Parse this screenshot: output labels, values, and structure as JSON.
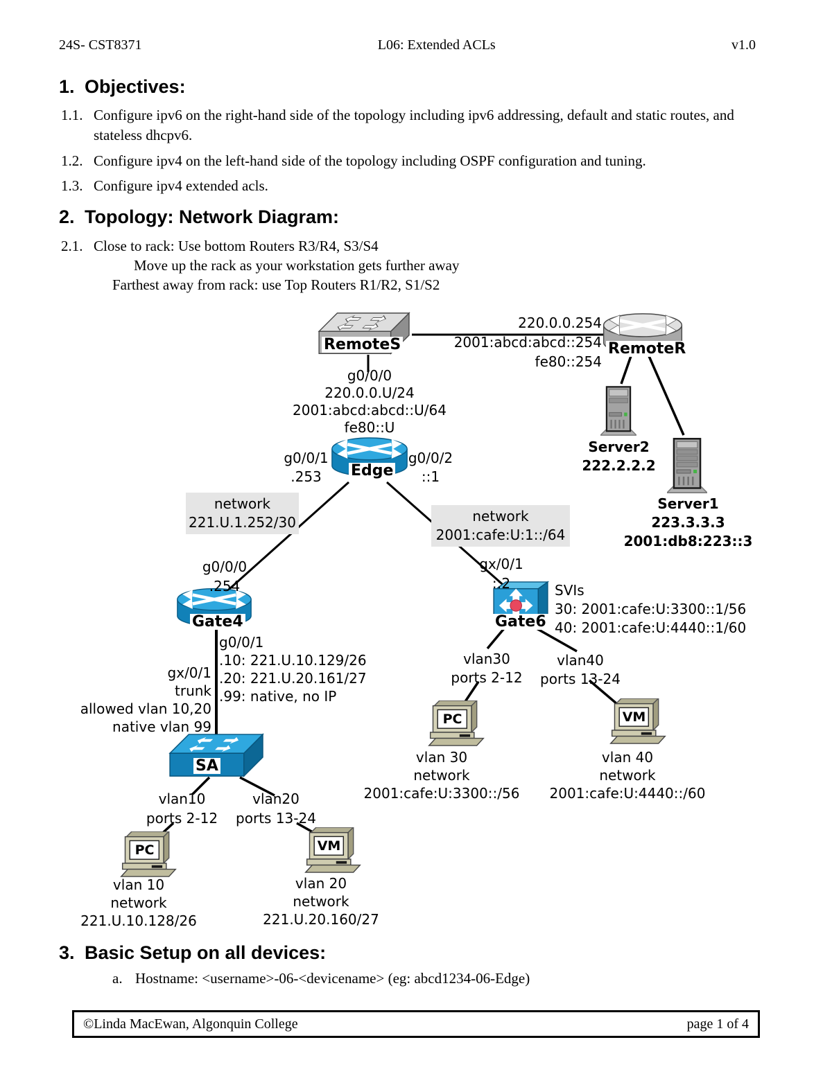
{
  "header": {
    "course": "24S- CST8371",
    "title": "L06: Extended ACLs",
    "version": "v1.0"
  },
  "objectives": {
    "heading_num": "1.",
    "heading": "Objectives:",
    "items": [
      {
        "num": "1.1.",
        "text": "Configure ipv6 on the right-hand side of the topology including ipv6 addressing, default and static routes, and stateless dhcpv6."
      },
      {
        "num": "1.2.",
        "text": "Configure ipv4 on the left-hand side of the topology including OSPF configuration and tuning."
      },
      {
        "num": "1.3.",
        "text": "Configure ipv4 extended acls."
      }
    ]
  },
  "topology": {
    "heading_num": "2.",
    "heading": "Topology: Network Diagram:",
    "item_num": "2.1.",
    "lines": [
      "Close to rack: Use bottom Routers R3/R4, S3/S4",
      "Move up the rack as your workstation gets further away",
      "Farthest away from rack: use Top Routers R1/R2, S1/S2"
    ]
  },
  "basic_setup": {
    "heading_num": "3.",
    "heading": "Basic Setup on all devices:",
    "item_letter": "a.",
    "item_text": "Hostname: <username>-06-<devicename> (eg: abcd1234-06-Edge)"
  },
  "footer": {
    "left": "©Linda MacEwan, Algonquin College",
    "right": "page 1 of 4"
  },
  "diagram": {
    "devices": {
      "remoteS": {
        "label": "RemoteS"
      },
      "remoteR": {
        "label": "RemoteR"
      },
      "edge": {
        "label": "Edge"
      },
      "gate4": {
        "label": "Gate4"
      },
      "gate6": {
        "label": "Gate6"
      },
      "sa": {
        "label": "SA"
      },
      "server2": {
        "name": "Server2",
        "ipv4": "222.2.2.2"
      },
      "server1": {
        "name": "Server1",
        "ipv4": "223.3.3.3",
        "ipv6": "2001:db8:223::3"
      },
      "pc_vlan10": {
        "label": "PC"
      },
      "vm_vlan20": {
        "label": "VM"
      },
      "pc_vlan30": {
        "label": "PC"
      },
      "vm_vlan40": {
        "label": "VM"
      }
    },
    "labels": {
      "wan_link": [
        "220.0.0.254",
        "2001:abcd:abcd::254",
        "fe80::254"
      ],
      "remoteS_downlink": [
        "g0/0/0",
        "220.0.0.U/24",
        "2001:abcd:abcd::U/64",
        "fe80::U"
      ],
      "edge_g001": [
        "g0/0/1",
        ".253"
      ],
      "edge_g002": [
        "g0/0/2",
        "::1"
      ],
      "network_ipv4": [
        "network",
        "221.U.1.252/30"
      ],
      "network_ipv6": [
        "network",
        "2001:cafe:U:1::/64"
      ],
      "gate4_uplink": [
        "g0/0/0",
        ".254"
      ],
      "gate6_uplink": [
        "gx/0/1",
        "::2"
      ],
      "gate4_subinterfaces": [
        "g0/0/1",
        ".10: 221.U.10.129/26",
        ".20: 221.U.20.161/27",
        ".99: native, no IP"
      ],
      "gate4_trunk": [
        "gx/0/1",
        "trunk",
        "allowed vlan 10,20",
        "native vlan 99"
      ],
      "gate6_svis": [
        "SVIs",
        "30: 2001:cafe:U:3300::1/56",
        "40: 2001:cafe:U:4440::1/60"
      ],
      "sa_vlan10": [
        "vlan10",
        "ports 2-12"
      ],
      "sa_vlan20": [
        "vlan20",
        "ports 13-24"
      ],
      "gate6_vlan30": [
        "vlan30",
        "ports 2-12"
      ],
      "gate6_vlan40": [
        "vlan40",
        "ports 13-24"
      ],
      "pc10_caption": [
        "vlan 10",
        "network",
        "221.U.10.128/26"
      ],
      "vm20_caption": [
        "vlan 20",
        "network",
        "221.U.20.160/27"
      ],
      "pc30_caption": [
        "vlan 30",
        "network",
        "2001:cafe:U:3300::/56"
      ],
      "vm40_caption": [
        "vlan 40",
        "network",
        "2001:cafe:U:4440::/60"
      ]
    },
    "colors": {
      "cisco_blue": "#2fa8df",
      "cisco_blue_dark": "#137fb6",
      "device_gray": "#b5b5b5",
      "label_highlight": "#e5e5e5",
      "gate6_dot": "#e8485e"
    }
  }
}
